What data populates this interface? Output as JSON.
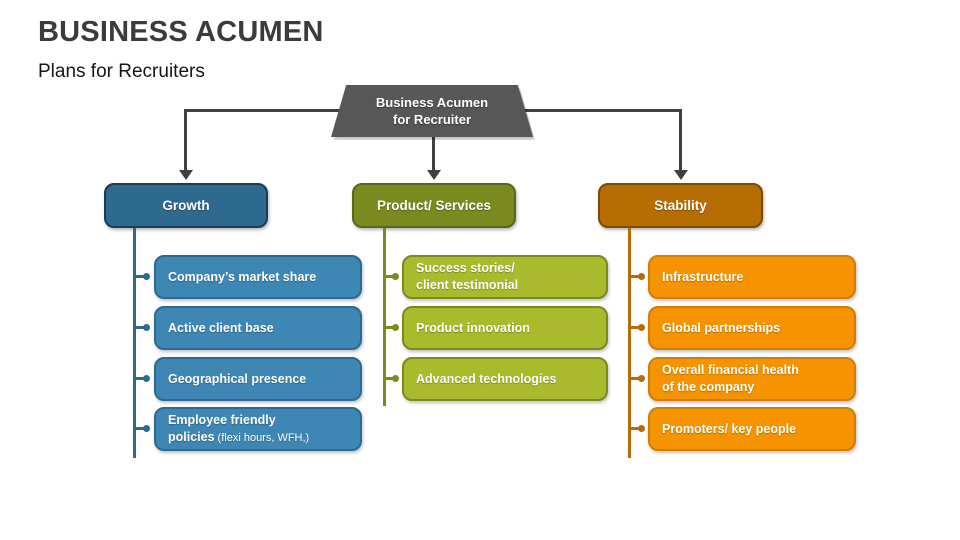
{
  "slide": {
    "title": "BUSINESS ACUMEN",
    "subtitle": "Plans for Recruiters"
  },
  "root": {
    "line1": "Business Acumen",
    "line2": "for Recruiter"
  },
  "colors": {
    "connector_gray": "#404040",
    "root_fill": "#575757",
    "growth_header_fill": "#2e6a8f",
    "growth_child_fill": "#3e86b3",
    "products_header_fill": "#7a8a1e",
    "products_child_fill": "#a9ba2c",
    "stability_header_fill": "#b66d03",
    "stability_child_fill": "#f59301",
    "text_white": "#ffffff",
    "title_gray": "#3b3b3b"
  },
  "columns": [
    {
      "header": "Growth",
      "items": [
        {
          "line1": "Company’s market share",
          "line2": "",
          "note": ""
        },
        {
          "line1": "Active client base",
          "line2": "",
          "note": ""
        },
        {
          "line1": "Geographical presence",
          "line2": "",
          "note": ""
        },
        {
          "line1": "Employee friendly",
          "line2": "policies",
          "note": "(flexi hours, WFH,)"
        }
      ]
    },
    {
      "header": "Product/ Services",
      "items": [
        {
          "line1": "Success stories/",
          "line2": "client testimonial",
          "note": ""
        },
        {
          "line1": "Product innovation",
          "line2": "",
          "note": ""
        },
        {
          "line1": "Advanced technologies",
          "line2": "",
          "note": ""
        }
      ]
    },
    {
      "header": "Stability",
      "items": [
        {
          "line1": "Infrastructure",
          "line2": "",
          "note": ""
        },
        {
          "line1": "Global partnerships",
          "line2": "",
          "note": ""
        },
        {
          "line1": "Overall financial health",
          "line2": "of the company",
          "note": ""
        },
        {
          "line1": "Promoters/ key people",
          "line2": "",
          "note": ""
        }
      ]
    }
  ]
}
